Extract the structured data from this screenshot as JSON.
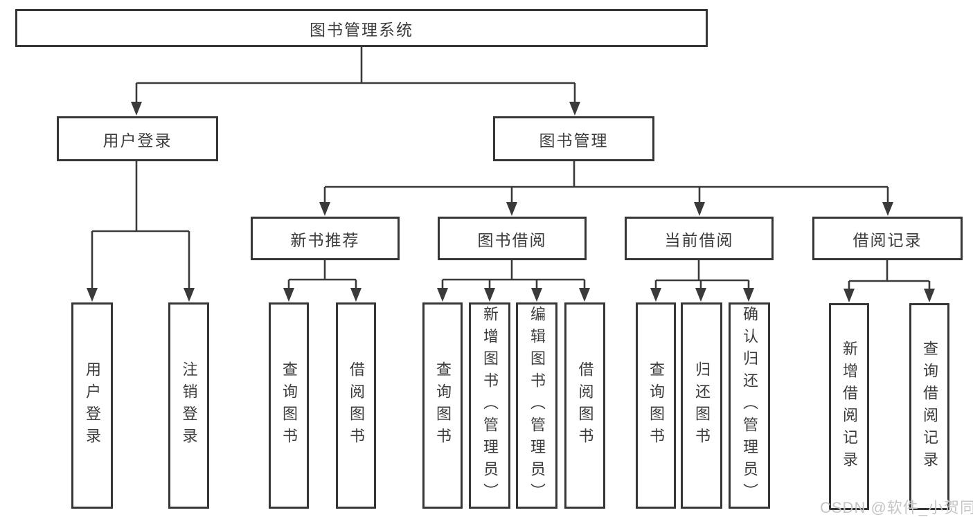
{
  "tree": {
    "label": "图书管理系统",
    "children": [
      {
        "label": "用户登录",
        "children": [
          {
            "label": "用户登录"
          },
          {
            "label": "注销登录"
          }
        ]
      },
      {
        "label": "图书管理",
        "children": [
          {
            "label": "新书推荐",
            "children": [
              {
                "label": "查询图书"
              },
              {
                "label": "借阅图书"
              }
            ]
          },
          {
            "label": "图书借阅",
            "children": [
              {
                "label": "查询图书"
              },
              {
                "label": "新增图书（管理员）"
              },
              {
                "label": "编辑图书（管理员）"
              },
              {
                "label": "借阅图书"
              }
            ]
          },
          {
            "label": "当前借阅",
            "children": [
              {
                "label": "查询图书"
              },
              {
                "label": "归还图书"
              },
              {
                "label": "确认归还（管理员）"
              }
            ]
          },
          {
            "label": "借阅记录",
            "children": [
              {
                "label": "新增借阅记录"
              },
              {
                "label": "查询借阅记录"
              }
            ]
          }
        ]
      }
    ]
  },
  "watermark": {
    "text": "CSDN @软件_小贺同学",
    "color": "#c5c5c8"
  },
  "colors": {
    "background": "#ffffff",
    "box_fill": "#ffffff",
    "box_border": "#363636",
    "line": "#3a3a3a",
    "text": "#3c3c3c"
  }
}
